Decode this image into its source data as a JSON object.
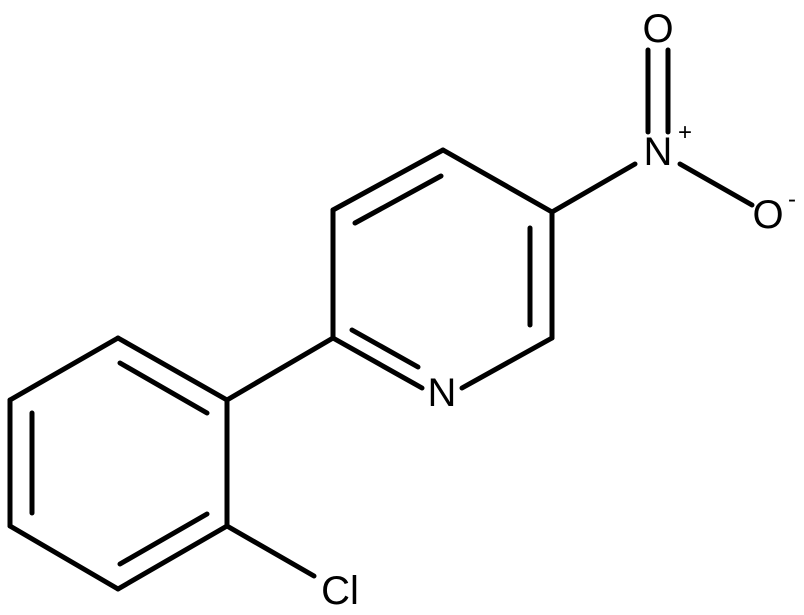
{
  "molecule": {
    "atoms": {
      "pyridine_n": "N",
      "nitro_n": "N",
      "nitro_n_charge": "+",
      "nitro_o_top": "O",
      "nitro_o_right": "O",
      "nitro_o_charge": "-",
      "chlorine": "Cl"
    }
  }
}
